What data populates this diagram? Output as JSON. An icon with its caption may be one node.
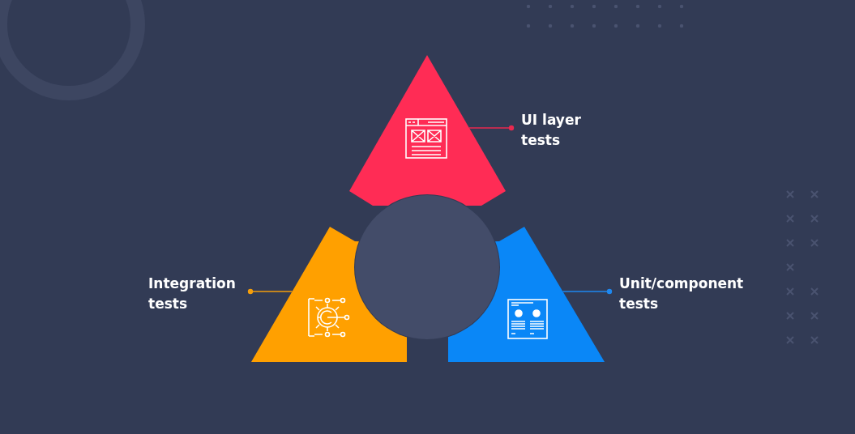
{
  "diagram": {
    "nodes": [
      {
        "text": [],
        "shape": "triangle"
      },
      {
        "text": [
          "UI layer tests"
        ]
      },
      {
        "text": [],
        "shape": "triangle"
      },
      {
        "text": [
          "Integration tests"
        ]
      },
      {
        "text": [],
        "shape": "triangle"
      },
      {
        "text": [
          "Unit/component tests"
        ]
      },
      {
        "text": [],
        "shape": "circle"
      }
    ],
    "edges": [
      {
        "from": 1,
        "to": 0,
        "arrow": "other",
        "color": "#e8294f"
      },
      {
        "from": 3,
        "to": 2,
        "arrow": "other",
        "color": "#f59e0b"
      },
      {
        "from": 5,
        "to": 4,
        "arrow": "other",
        "color": "#1e88f0"
      }
    ]
  }
}
